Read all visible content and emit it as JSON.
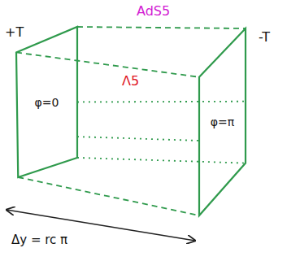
{
  "diagram": {
    "nodes": [
      {
        "text": [
          "φ=0"
        ]
      },
      {
        "text": [
          "φ=π"
        ]
      }
    ],
    "edges": [
      {
        "from": 0,
        "to": 1,
        "arrow": "none"
      },
      {
        "from": 0,
        "to": 1,
        "arrow": "none"
      },
      {
        "from": 0,
        "to": 1,
        "arrow": "none"
      },
      {
        "from": 0,
        "to": 1,
        "arrow": "none"
      },
      {
        "from": 0,
        "to": 1,
        "arrow": "none"
      },
      {
        "from": 0,
        "to": 1,
        "arrow": "none"
      }
    ],
    "labels": [
      "+T",
      "AdS5",
      "Λ5",
      "-T",
      "Δy = rc π"
    ]
  }
}
